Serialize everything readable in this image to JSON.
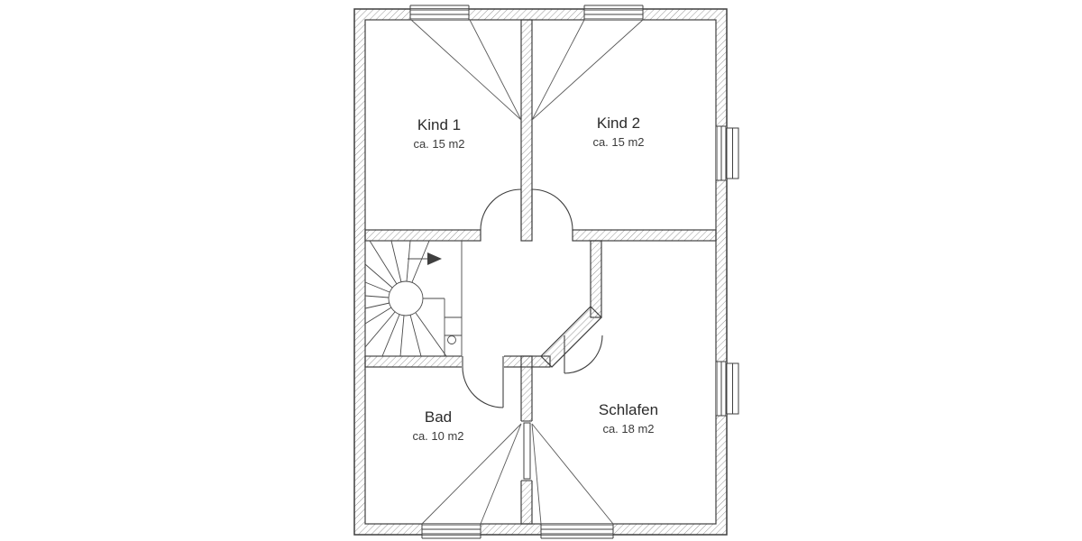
{
  "plan": {
    "type": "floor-plan",
    "colors": {
      "background": "#ffffff",
      "wall_line": "#3f3f3f",
      "hatch": "#8a8a8a",
      "text": "#2e2e2e"
    }
  },
  "rooms": [
    {
      "id": "kind-1",
      "label": "Kind 1",
      "area": "ca. 15 m2"
    },
    {
      "id": "kind-2",
      "label": "Kind 2",
      "area": "ca. 15 m2"
    },
    {
      "id": "bad",
      "label": "Bad",
      "area": "ca. 10 m2"
    },
    {
      "id": "schlafen",
      "label": "Schlafen",
      "area": "ca. 18 m2"
    }
  ]
}
